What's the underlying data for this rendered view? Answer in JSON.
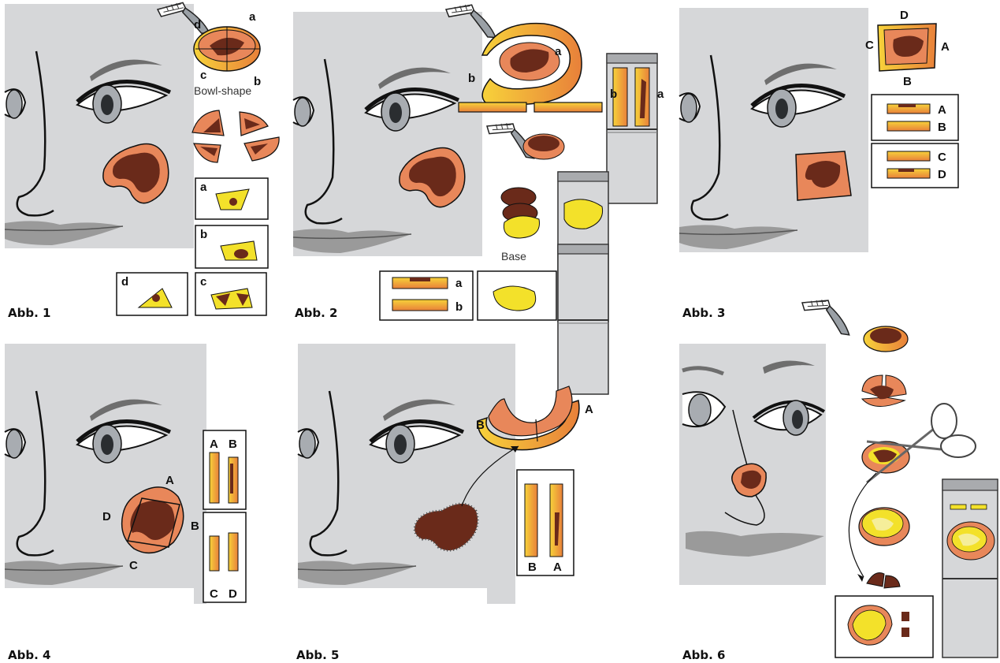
{
  "colors": {
    "face": "#d6d7d9",
    "skin_outline": "#1a1a1a",
    "tumor": "#6a2a1a",
    "margin": "#e8875a",
    "tissue_yellow": "#f3e12a",
    "tissue_orange": "#f0a030",
    "lip": "#9a9a9a",
    "eyebrow": "#6e6e6e",
    "iris": "#8a8e93",
    "pupil": "#2a2d30"
  },
  "panel1": {
    "caption": "Abb. 1",
    "labels": {
      "a": "a",
      "b": "b",
      "c": "c",
      "d": "d"
    },
    "shape_label": "Bowl-shape",
    "box_labels": [
      "a",
      "b",
      "c",
      "d"
    ]
  },
  "panel2": {
    "caption": "Abb. 2",
    "labels": {
      "a": "a",
      "b": "b"
    },
    "slide_labels": [
      "b",
      "a"
    ],
    "strip_labels": [
      "a",
      "b"
    ],
    "base_label": "Base"
  },
  "panel3": {
    "caption": "Abb. 3",
    "labels": {
      "A": "A",
      "B": "B",
      "C": "C",
      "D": "D"
    },
    "strip_labels": [
      "A",
      "B",
      "C",
      "D"
    ]
  },
  "panel4": {
    "caption": "Abb. 4",
    "labels": {
      "A": "A",
      "B": "B",
      "C": "C",
      "D": "D"
    },
    "slide_labels": [
      "A",
      "B",
      "C",
      "D"
    ]
  },
  "panel5": {
    "caption": "Abb. 5",
    "labels": {
      "A": "A",
      "B": "B"
    },
    "slide_labels": [
      "B",
      "A"
    ]
  },
  "panel6": {
    "caption": "Abb. 6"
  }
}
